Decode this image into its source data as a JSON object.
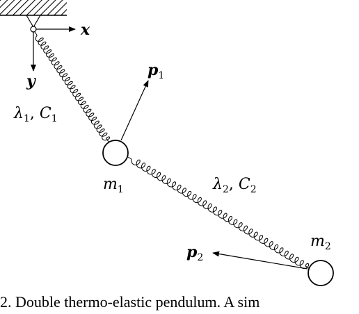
{
  "labels": {
    "x_axis": "x",
    "y_axis": "y",
    "spring1": "λ1, C1",
    "spring2": "λ2, C2",
    "mass1": "m1",
    "mass2": "m2",
    "momentum1": "p1",
    "momentum2": "p2"
  },
  "caption": "2.  Double thermo-elastic pendulum.  A sim"
}
